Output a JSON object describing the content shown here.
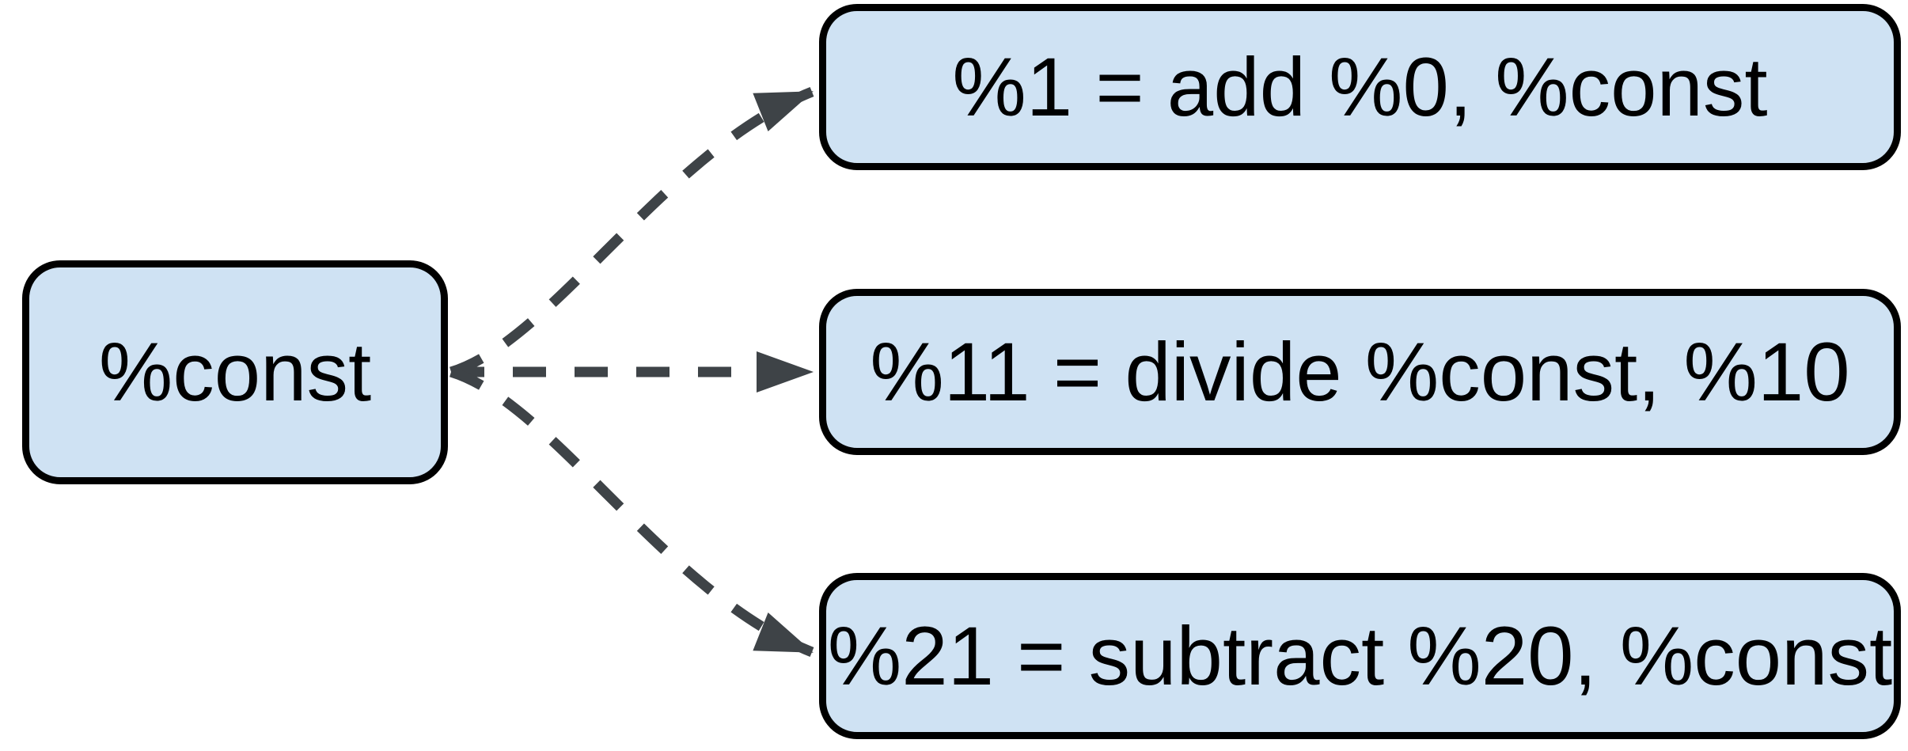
{
  "diagram": {
    "type": "dataflow-graph",
    "source_node": {
      "id": "const",
      "label": "%const"
    },
    "target_nodes": [
      {
        "id": "add",
        "label": "%1 = add %0, %const"
      },
      {
        "id": "divide",
        "label": "%11 = divide %const, %10"
      },
      {
        "id": "subtract",
        "label": "%21 = subtract %20, %const"
      }
    ],
    "edges": [
      {
        "from": "const",
        "to": "add",
        "style": "dashed",
        "arrow": "triangle"
      },
      {
        "from": "const",
        "to": "divide",
        "style": "dashed",
        "arrow": "triangle"
      },
      {
        "from": "const",
        "to": "subtract",
        "style": "dashed",
        "arrow": "triangle"
      }
    ],
    "colors": {
      "node_fill": "#cfe2f3",
      "node_border": "#000000",
      "edge": "#3e4347",
      "text": "#000000",
      "background": "#ffffff"
    }
  }
}
